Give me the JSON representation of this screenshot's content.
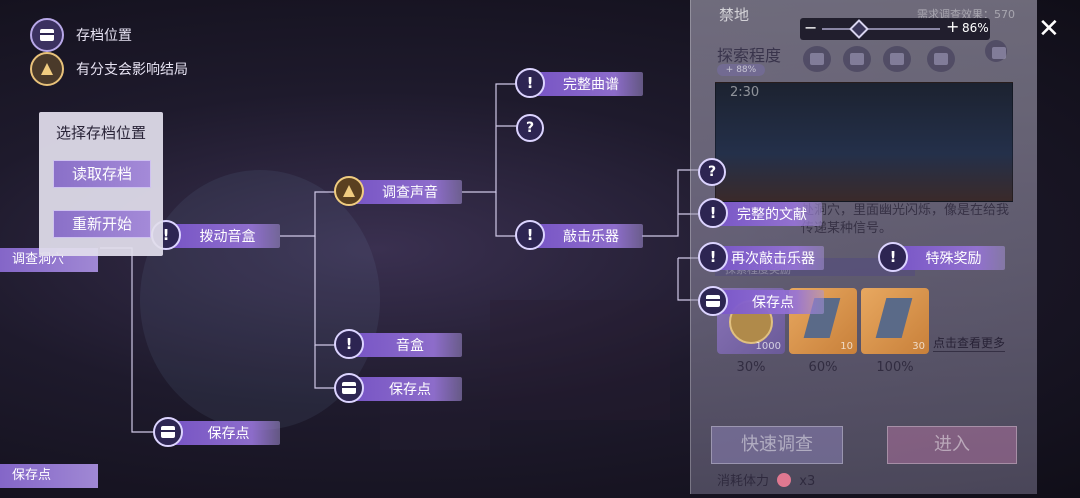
{
  "legend": [
    {
      "icon": "save-chest-icon",
      "text": "存档位置"
    },
    {
      "icon": "branch-boat-icon",
      "text": "有分支会影响结局"
    }
  ],
  "popup": {
    "title": "选择存档位置",
    "load": "读取存档",
    "restart": "重新开始"
  },
  "edges": {
    "top": "",
    "left": "调查洞穴",
    "bottom": "保存点"
  },
  "nodes": {
    "pluck": "拨动音盒",
    "investigate_sound": "调查声音",
    "full_score": "完整曲谱",
    "question": "?",
    "strike": "敲击乐器",
    "musicbox": "音盒",
    "save1": "保存点",
    "save2": "保存点",
    "question2": "?",
    "full_doc": "完整的文献",
    "strike_again": "再次敲击乐器",
    "special_reward": "特殊奖励",
    "save3": "保存点"
  },
  "panel": {
    "title": "禁地",
    "requirement": "需求调查效果：570",
    "explore": "探索程度",
    "badge": "+ 88%",
    "video_time": "2:30",
    "desc": "处洞穴，里面幽光闪烁，像是在给我传递某种信号。",
    "strip": "探索程度奖励",
    "rewards": [
      {
        "count": "1000",
        "pct": "30%",
        "color": "#b08a4a"
      },
      {
        "count": "10",
        "pct": "60%",
        "color": "#d89a52"
      },
      {
        "count": "30",
        "pct": "100%",
        "color": "#d89a52"
      }
    ],
    "more": "点击查看更多",
    "quick": "快速调查",
    "enter": "进入",
    "cost_label": "消耗体力",
    "cost_value": "x3"
  },
  "zoom": {
    "value": "86%",
    "level": 0.86
  },
  "colors": {
    "node": "#8a62d0",
    "panel": "#b4b0c4"
  }
}
